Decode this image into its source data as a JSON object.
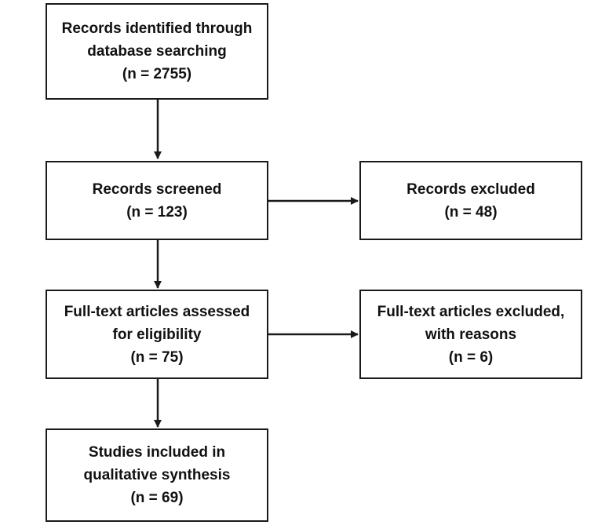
{
  "identified": {
    "line1": "Records identified through",
    "line2": "database searching",
    "count": "(n = 2755)"
  },
  "screened": {
    "line1": "Records screened",
    "count": "(n =  123)"
  },
  "excluded": {
    "line1": "Records excluded",
    "count": "(n =  48)"
  },
  "fulltext": {
    "line1": "Full-text articles assessed",
    "line2": "for eligibility",
    "count": "(n =  75)"
  },
  "fulltext_excluded": {
    "line1": "Full-text articles excluded,",
    "line2": "with reasons",
    "count": "(n =  6)"
  },
  "included": {
    "line1": "Studies included in",
    "line2": "qualitative synthesis",
    "count": "(n =  69)"
  }
}
